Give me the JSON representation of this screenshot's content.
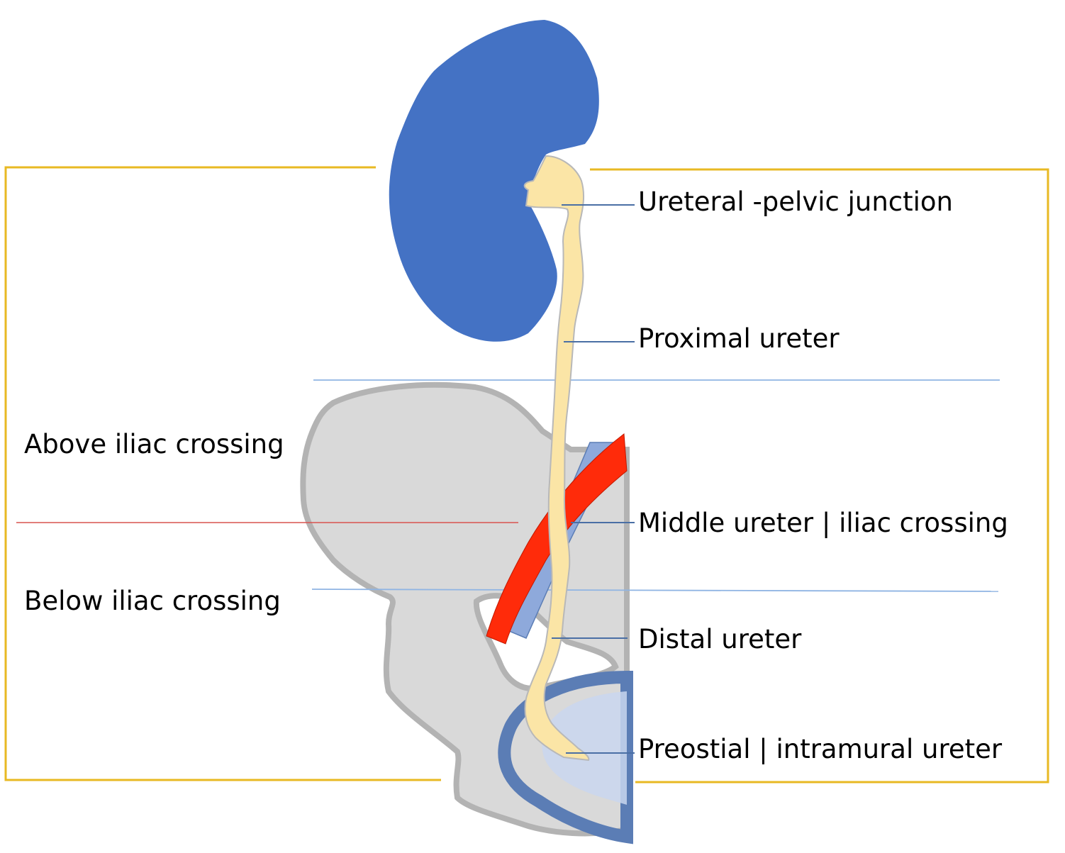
{
  "labels": {
    "ureteropelvic_junction": "Ureteral -pelvic junction",
    "proximal_ureter": "Proximal ureter",
    "middle_ureter": "Middle ureter | iliac crossing",
    "distal_ureter": "Distal ureter",
    "preostial_ureter": "Preostial | intramural ureter",
    "above_iliac": "Above iliac crossing",
    "below_iliac": "Below iliac crossing"
  },
  "colors": {
    "kidney": "#4472C4",
    "ureter": "#FBE5A6",
    "ureter_outline": "#B8B8B8",
    "pelvis_bone": "#D9D9D9",
    "pelvis_outline": "#B3B3B3",
    "artery": "#FF2B0A",
    "vein": "#8EA9DB",
    "bladder": "#5B7DB5",
    "bladder_fill": "#C9D6EE",
    "frame": "#E8B923",
    "level_line": "#8FB4E3",
    "iliac_line": "#D9534F",
    "leader_line": "#4A6FA5"
  }
}
